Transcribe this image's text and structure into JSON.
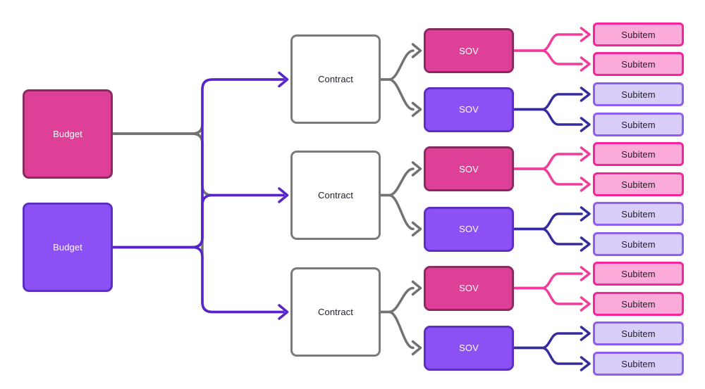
{
  "diagram": {
    "background": "#ffffff",
    "colors": {
      "background": "#ffffff",
      "node-pink-fill": "#de4097",
      "node-pink-border": "#8a2a5f",
      "node-purple-fill": "#8b51f5",
      "node-purple-border": "#5d2ec2",
      "contract-fill": "#ffffff",
      "contract-border": "#7a7a7a",
      "subitem-pink-fill": "#fcaad9",
      "subitem-pink-border": "#f5249b",
      "subitem-purple-fill": "#d9cdf9",
      "subitem-purple-border": "#8d5ef2",
      "edge-gray": "#727272",
      "edge-purple": "#5724c9",
      "edge-pink": "#f23c9c",
      "edge-indigo": "#342b9e",
      "text-light": "#ffffff",
      "text-dark": "#1e1e28"
    },
    "budgets": [
      {
        "label": "Budget",
        "variant": "pink"
      },
      {
        "label": "Budget",
        "variant": "purple"
      }
    ],
    "contracts": [
      {
        "label": "Contract"
      },
      {
        "label": "Contract"
      },
      {
        "label": "Contract"
      }
    ],
    "sovs": [
      {
        "label": "SOV",
        "variant": "pink"
      },
      {
        "label": "SOV",
        "variant": "purple"
      },
      {
        "label": "SOV",
        "variant": "pink"
      },
      {
        "label": "SOV",
        "variant": "purple"
      },
      {
        "label": "SOV",
        "variant": "pink"
      },
      {
        "label": "SOV",
        "variant": "purple"
      }
    ],
    "subitems": [
      {
        "label": "Subitem",
        "variant": "pink"
      },
      {
        "label": "Subitem",
        "variant": "pink"
      },
      {
        "label": "Subitem",
        "variant": "purple"
      },
      {
        "label": "Subitem",
        "variant": "purple"
      },
      {
        "label": "Subitem",
        "variant": "pink"
      },
      {
        "label": "Subitem",
        "variant": "pink"
      },
      {
        "label": "Subitem",
        "variant": "purple"
      },
      {
        "label": "Subitem",
        "variant": "purple"
      },
      {
        "label": "Subitem",
        "variant": "pink"
      },
      {
        "label": "Subitem",
        "variant": "pink"
      },
      {
        "label": "Subitem",
        "variant": "purple"
      },
      {
        "label": "Subitem",
        "variant": "purple"
      }
    ]
  }
}
